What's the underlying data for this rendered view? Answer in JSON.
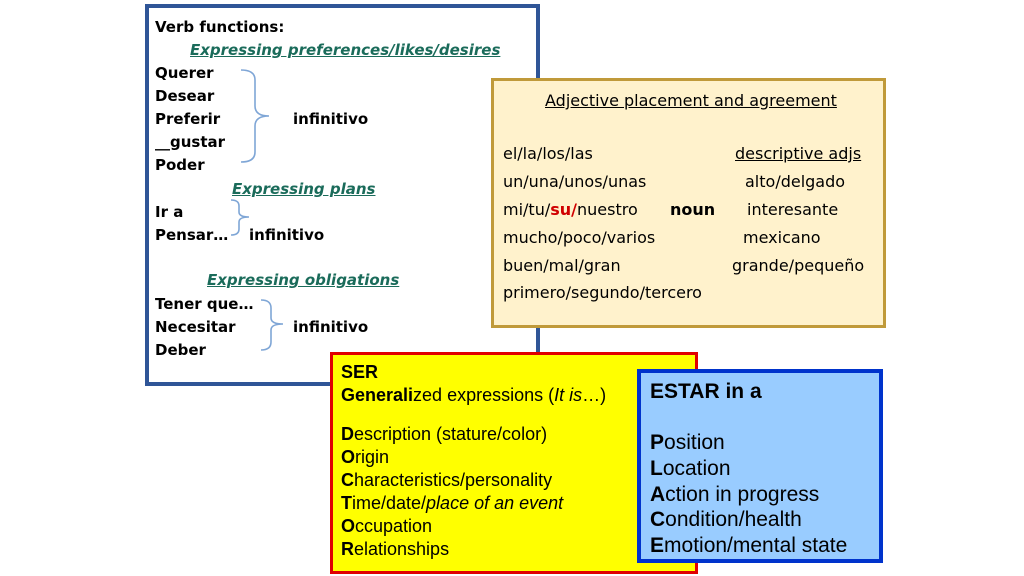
{
  "verb_box": {
    "heading": "Verb functions:",
    "preferences": {
      "title": "Expressing preferences/likes/desires",
      "verbs": [
        "Querer",
        "Desear",
        "Preferir",
        "__gustar",
        "Poder"
      ],
      "result": "infinitivo"
    },
    "plans": {
      "title": "Expressing plans",
      "verbs": [
        "Ir a",
        "Pensar…"
      ],
      "result": "infinitivo"
    },
    "obligations": {
      "title": "Expressing obligations",
      "verbs": [
        "Tener que…",
        "Necesitar",
        "Deber"
      ],
      "result": "infinitivo"
    }
  },
  "adj_box": {
    "title": "Adjective placement and agreement",
    "determiners": [
      "el/la/los/las",
      "un/una/unos/unas",
      "mi/tu/",
      "su/",
      "nuestro",
      "mucho/poco/varios",
      "buen/mal/gran",
      "primero/segundo/tercero"
    ],
    "noun": "noun",
    "adjectives": [
      "descriptive adjs",
      "alto/delgado",
      "interesante",
      "mexicano",
      "grande/pequeño"
    ]
  },
  "ser_box": {
    "title": "SER",
    "gen_bold": "Generali",
    "gen_rest": "zed expressions (",
    "gen_italic": "It is",
    "gen_end": "…)",
    "items": [
      {
        "initial": "D",
        "rest": "escription (stature/color)"
      },
      {
        "initial": "O",
        "rest": "rigin"
      },
      {
        "initial": "C",
        "rest": "haracteristics/personality"
      },
      {
        "initial": "T",
        "rest": "ime/date/",
        "italic": "place of an event"
      },
      {
        "initial": "O",
        "rest": "ccupation"
      },
      {
        "initial": "R",
        "rest": "elationships"
      }
    ]
  },
  "estar_box": {
    "title": "ESTAR in a",
    "items": [
      {
        "initial": "P",
        "rest": "osition"
      },
      {
        "initial": "L",
        "rest": "ocation"
      },
      {
        "initial": "A",
        "rest": "ction in progress"
      },
      {
        "initial": "C",
        "rest": "ondition/health"
      },
      {
        "initial": "E",
        "rest": "motion/mental state"
      }
    ]
  },
  "colors": {
    "verb_border": "#2f5597",
    "subheading": "#1a6b5a",
    "adj_border": "#c09a3a",
    "adj_fill": "#fff2cc",
    "adj_title": "#3b2a8c",
    "accent_red": "#d00000",
    "ser_border": "#e00000",
    "ser_fill": "#ffff00",
    "estar_border": "#0033cc",
    "estar_fill": "#99ccff"
  }
}
